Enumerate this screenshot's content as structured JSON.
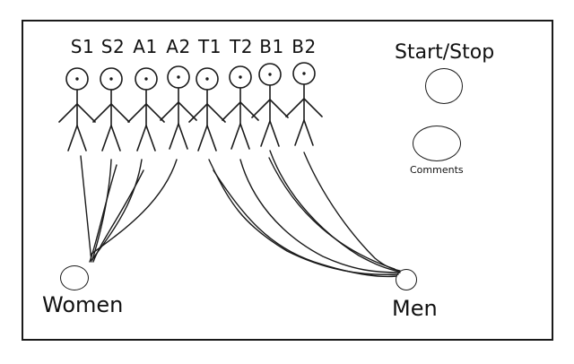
{
  "voices": [
    {
      "id": "s1",
      "label": "S1",
      "group": "women"
    },
    {
      "id": "s2",
      "label": "S2",
      "group": "women"
    },
    {
      "id": "a1",
      "label": "A1",
      "group": "women"
    },
    {
      "id": "a2",
      "label": "A2",
      "group": "women"
    },
    {
      "id": "t1",
      "label": "T1",
      "group": "men"
    },
    {
      "id": "t2",
      "label": "T2",
      "group": "men"
    },
    {
      "id": "b1",
      "label": "B1",
      "group": "men"
    },
    {
      "id": "b2",
      "label": "B2",
      "group": "men"
    }
  ],
  "controls": {
    "start_stop_label": "Start/Stop",
    "comments_label": "Comments"
  },
  "groups": {
    "women_label": "Women",
    "men_label": "Men"
  },
  "colors": {
    "ink": "#1a1a1a",
    "background": "#ffffff"
  }
}
